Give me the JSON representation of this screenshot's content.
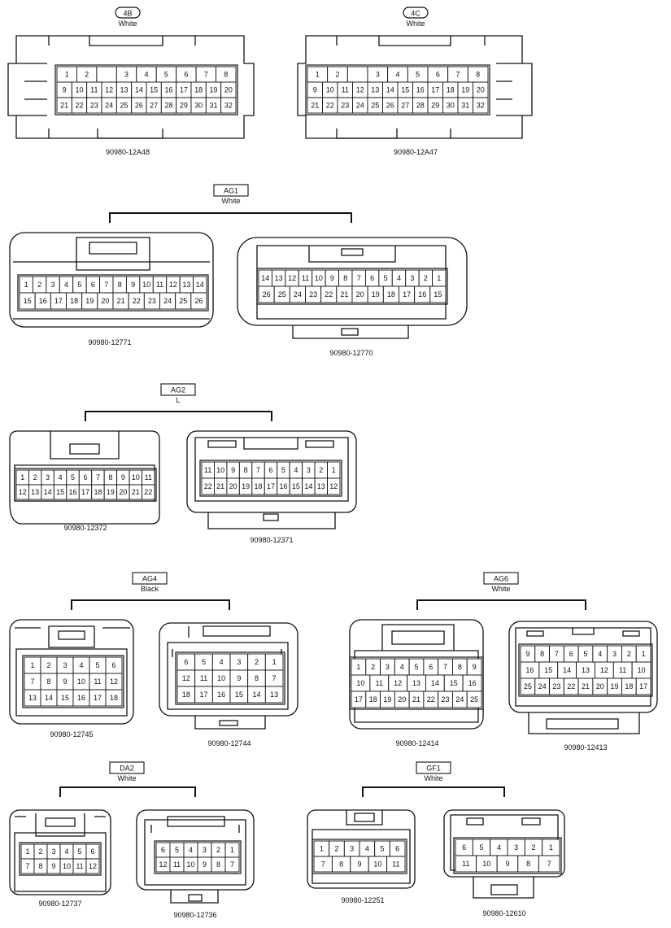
{
  "groups": [
    {
      "code": "4B",
      "color": "White",
      "tag_style": "pill"
    },
    {
      "code": "4C",
      "color": "White",
      "tag_style": "pill"
    },
    {
      "code": "AG1",
      "color": "White",
      "tag_style": "box"
    },
    {
      "code": "AG2",
      "color": "L",
      "tag_style": "box"
    },
    {
      "code": "AG4",
      "color": "Black",
      "tag_style": "box"
    },
    {
      "code": "AG6",
      "color": "White",
      "tag_style": "box"
    },
    {
      "code": "DA2",
      "color": "White",
      "tag_style": "box"
    },
    {
      "code": "GF1",
      "color": "White",
      "tag_style": "box"
    }
  ],
  "connectors": [
    {
      "part": "90980-12A48",
      "group": "4B",
      "pins": [
        [
          "1",
          "2",
          "",
          "3",
          "4",
          "5",
          "6",
          "7",
          "8"
        ],
        [
          "9",
          "10",
          "11",
          "12",
          "13",
          "14",
          "15",
          "16",
          "17",
          "18",
          "19",
          "20"
        ],
        [
          "21",
          "22",
          "23",
          "24",
          "25",
          "26",
          "27",
          "28",
          "29",
          "30",
          "31",
          "32"
        ]
      ]
    },
    {
      "part": "90980-12A47",
      "group": "4C",
      "pins": [
        [
          "1",
          "2",
          "",
          "3",
          "4",
          "5",
          "6",
          "7",
          "8"
        ],
        [
          "9",
          "10",
          "11",
          "12",
          "13",
          "14",
          "15",
          "16",
          "17",
          "18",
          "19",
          "20"
        ],
        [
          "21",
          "22",
          "23",
          "24",
          "25",
          "26",
          "27",
          "28",
          "29",
          "30",
          "31",
          "32"
        ]
      ]
    },
    {
      "part": "90980-12771",
      "group": "AG1",
      "pins": [
        [
          "1",
          "2",
          "3",
          "4",
          "5",
          "6",
          "7",
          "8",
          "9",
          "10",
          "11",
          "12",
          "13",
          "14"
        ],
        [
          "15",
          "16",
          "17",
          "18",
          "19",
          "20",
          "21",
          "22",
          "23",
          "24",
          "25",
          "26"
        ]
      ]
    },
    {
      "part": "90980-12770",
      "group": "AG1",
      "pins": [
        [
          "14",
          "13",
          "12",
          "11",
          "10",
          "9",
          "8",
          "7",
          "6",
          "5",
          "4",
          "3",
          "2",
          "1"
        ],
        [
          "26",
          "25",
          "24",
          "23",
          "22",
          "21",
          "20",
          "19",
          "18",
          "17",
          "16",
          "15"
        ]
      ]
    },
    {
      "part": "90980-12372",
      "group": "AG2",
      "pins": [
        [
          "1",
          "2",
          "3",
          "4",
          "5",
          "6",
          "7",
          "8",
          "9",
          "10",
          "11"
        ],
        [
          "12",
          "13",
          "14",
          "15",
          "16",
          "17",
          "18",
          "19",
          "20",
          "21",
          "22"
        ]
      ]
    },
    {
      "part": "90980-12371",
      "group": "AG2",
      "pins": [
        [
          "11",
          "10",
          "9",
          "8",
          "7",
          "6",
          "5",
          "4",
          "3",
          "2",
          "1"
        ],
        [
          "22",
          "21",
          "20",
          "19",
          "18",
          "17",
          "16",
          "15",
          "14",
          "13",
          "12"
        ]
      ]
    },
    {
      "part": "90980-12745",
      "group": "AG4",
      "pins": [
        [
          "1",
          "2",
          "3",
          "4",
          "5",
          "6"
        ],
        [
          "7",
          "8",
          "9",
          "10",
          "11",
          "12"
        ],
        [
          "13",
          "14",
          "15",
          "16",
          "17",
          "18"
        ]
      ]
    },
    {
      "part": "90980-12744",
      "group": "AG4",
      "pins": [
        [
          "6",
          "5",
          "4",
          "3",
          "2",
          "1"
        ],
        [
          "12",
          "11",
          "10",
          "9",
          "8",
          "7"
        ],
        [
          "18",
          "17",
          "16",
          "15",
          "14",
          "13"
        ]
      ]
    },
    {
      "part": "90980-12414",
      "group": "AG6",
      "pins": [
        [
          "1",
          "2",
          "3",
          "4",
          "5",
          "6",
          "7",
          "8",
          "9"
        ],
        [
          "10",
          "11",
          "12",
          "13",
          "14",
          "15",
          "16"
        ],
        [
          "17",
          "18",
          "19",
          "20",
          "21",
          "22",
          "23",
          "24",
          "25"
        ]
      ]
    },
    {
      "part": "90980-12413",
      "group": "AG6",
      "pins": [
        [
          "9",
          "8",
          "7",
          "6",
          "5",
          "4",
          "3",
          "2",
          "1"
        ],
        [
          "16",
          "15",
          "14",
          "13",
          "12",
          "11",
          "10"
        ],
        [
          "25",
          "24",
          "23",
          "22",
          "21",
          "20",
          "19",
          "18",
          "17"
        ]
      ]
    },
    {
      "part": "90980-12737",
      "group": "DA2",
      "pins": [
        [
          "1",
          "2",
          "3",
          "4",
          "5",
          "6"
        ],
        [
          "7",
          "8",
          "9",
          "10",
          "11",
          "12"
        ]
      ]
    },
    {
      "part": "90980-12736",
      "group": "DA2",
      "pins": [
        [
          "6",
          "5",
          "4",
          "3",
          "2",
          "1"
        ],
        [
          "12",
          "11",
          "10",
          "9",
          "8",
          "7"
        ]
      ]
    },
    {
      "part": "90980-12251",
      "group": "GF1",
      "pins": [
        [
          "1",
          "2",
          "3",
          "4",
          "5",
          "6"
        ],
        [
          "7",
          "8",
          "9",
          "10",
          "11"
        ]
      ]
    },
    {
      "part": "90980-12610",
      "group": "GF1",
      "pins": [
        [
          "6",
          "5",
          "4",
          "3",
          "2",
          "1"
        ],
        [
          "11",
          "10",
          "9",
          "8",
          "7"
        ]
      ]
    }
  ]
}
